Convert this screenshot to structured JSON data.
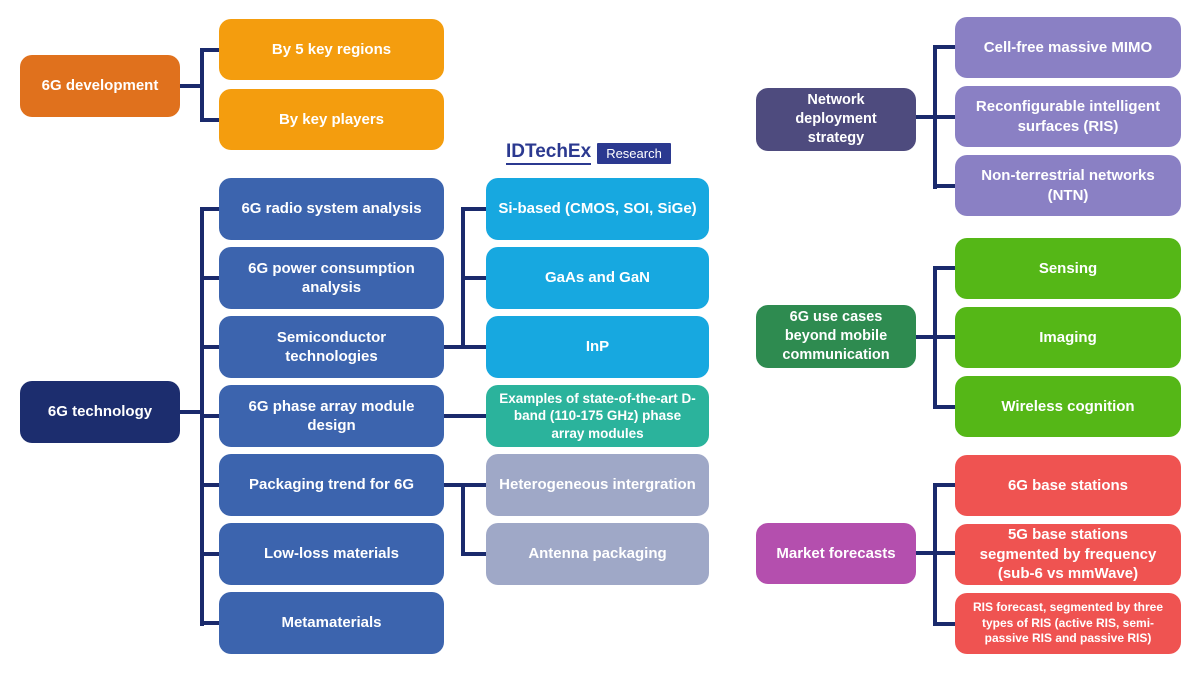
{
  "brand": {
    "name": "IDTechEx",
    "tag": "Research"
  },
  "development": {
    "parent": "6G development",
    "children": [
      "By 5 key regions",
      "By key players"
    ]
  },
  "technology": {
    "parent": "6G technology",
    "children": [
      "6G radio system analysis",
      "6G power consumption analysis",
      "Semiconductor technologies",
      "6G phase array module design",
      "Packaging trend for 6G",
      "Low-loss materials",
      "Metamaterials"
    ]
  },
  "semiconductor_children": [
    "Si-based (CMOS, SOI, SiGe)",
    "GaAs and GaN",
    "InP"
  ],
  "phase_array_children": [
    "Examples of state-of-the-art D-band (110-175 GHz) phase array modules"
  ],
  "packaging_children": [
    "Heterogeneous intergration",
    "Antenna packaging"
  ],
  "network": {
    "parent": "Network deployment strategy",
    "children": [
      "Cell-free massive MIMO",
      "Reconfigurable intelligent surfaces (RIS)",
      "Non-terrestrial networks (NTN)"
    ]
  },
  "use_cases": {
    "parent": "6G use cases beyond mobile communication",
    "children": [
      "Sensing",
      "Imaging",
      "Wireless cognition"
    ]
  },
  "forecasts": {
    "parent": "Market forecasts",
    "children": [
      "6G base stations",
      "5G base stations segmented by frequency (sub-6 vs mmWave)",
      "RIS forecast, segmented by three types of RIS (active RIS, semi-passive RIS and passive RIS)"
    ]
  },
  "colors": {
    "connector": "#1A2A6C",
    "development_parent": "#E0711D",
    "development_child": "#F49D0E",
    "technology_parent": "#1C2D6E",
    "technology_child": "#3C64AE",
    "semiconductor_child": "#17A8E0",
    "phase_array_child": "#2BB39C",
    "packaging_child": "#9FA8C7",
    "network_parent": "#4E4B7E",
    "network_child": "#8A80C4",
    "use_cases_parent": "#2E8B50",
    "use_cases_child": "#55B717",
    "forecasts_parent": "#B44FAE",
    "forecasts_child": "#EF5351",
    "brand_navy": "#2B3990"
  }
}
